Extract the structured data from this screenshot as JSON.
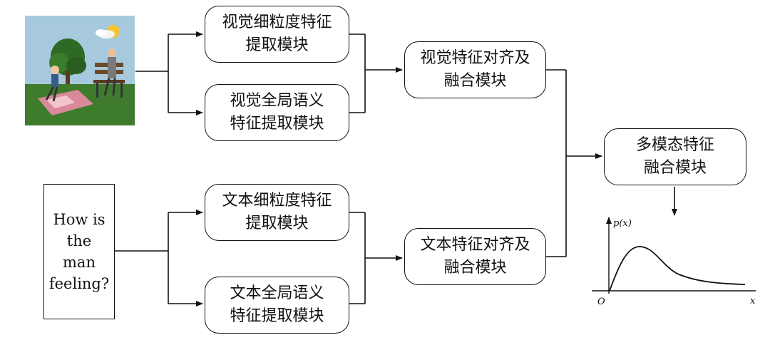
{
  "modules": {
    "visual_fine": [
      "视觉细粒度特征",
      "提取模块"
    ],
    "visual_global": [
      "视觉全局语义",
      "特征提取模块"
    ],
    "visual_fusion": [
      "视觉特征对齐及",
      "融合模块"
    ],
    "text_fine": [
      "文本细粒度特征",
      "提取模块"
    ],
    "text_global": [
      "文本全局语义",
      "特征提取模块"
    ],
    "text_fusion": [
      "文本特征对齐及",
      "融合模块"
    ],
    "multimodal_fusion": [
      "多模态特征",
      "融合模块"
    ]
  },
  "question": [
    "How is",
    "the man",
    "feeling?"
  ],
  "image": {
    "description_icon": "cartoon-park-scene"
  },
  "plot": {
    "y_label": "p(x)",
    "x_label": "x",
    "origin_label": "O"
  },
  "colors": {
    "sky": "#9fc4dc",
    "grass": "#3e7a2c",
    "line": "#111111"
  }
}
